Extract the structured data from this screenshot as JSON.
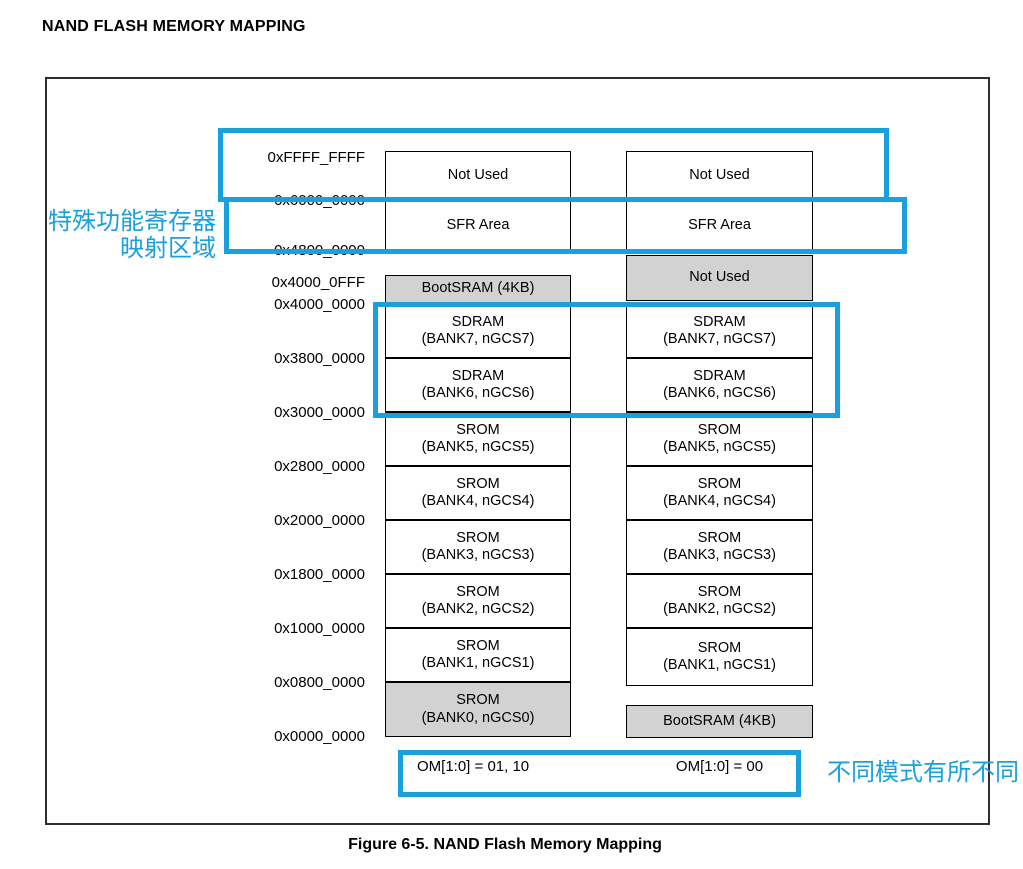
{
  "title": "NAND FLASH MEMORY MAPPING",
  "caption": "Figure 6-5. NAND Flash Memory Mapping",
  "colors": {
    "highlight_cyan": "#1aa0dc",
    "block_gray_fill": "#d2d2d2",
    "block_border": "#000000",
    "frame_border": "#2e2e2e"
  },
  "addresses": [
    "0xFFFF_FFFF",
    "0x6000_0000",
    "0x4800_0000",
    "0x4000_0FFF",
    "0x4000_0000",
    "0x3800_0000",
    "0x3000_0000",
    "0x2800_0000",
    "0x2000_0000",
    "0x1800_0000",
    "0x1000_0000",
    "0x0800_0000",
    "0x0000_0000"
  ],
  "left_column": {
    "mode_label": "OM[1:0] = 01, 10",
    "blocks": [
      "Not Used",
      "SFR Area",
      "BootSRAM (4KB)",
      "SDRAM\n(BANK7, nGCS7)",
      "SDRAM\n(BANK6, nGCS6)",
      "SROM\n(BANK5, nGCS5)",
      "SROM\n(BANK4, nGCS4)",
      "SROM\n(BANK3, nGCS3)",
      "SROM\n(BANK2, nGCS2)",
      "SROM\n(BANK1, nGCS1)",
      "SROM\n(BANK0, nGCS0)"
    ]
  },
  "right_column": {
    "mode_label": "OM[1:0] = 00",
    "blocks": [
      "Not Used",
      "SFR Area",
      "Not Used",
      "SDRAM\n(BANK7, nGCS7)",
      "SDRAM\n(BANK6, nGCS6)",
      "SROM\n(BANK5, nGCS5)",
      "SROM\n(BANK4, nGCS4)",
      "SROM\n(BANK3, nGCS3)",
      "SROM\n(BANK2, nGCS2)",
      "SROM\n(BANK1, nGCS1)",
      "BootSRAM (4KB)"
    ]
  },
  "annotations": {
    "sfr_note_line1": "特殊功能寄存器",
    "sfr_note_line2": "映射区域",
    "mode_note": "不同模式有所不同"
  }
}
